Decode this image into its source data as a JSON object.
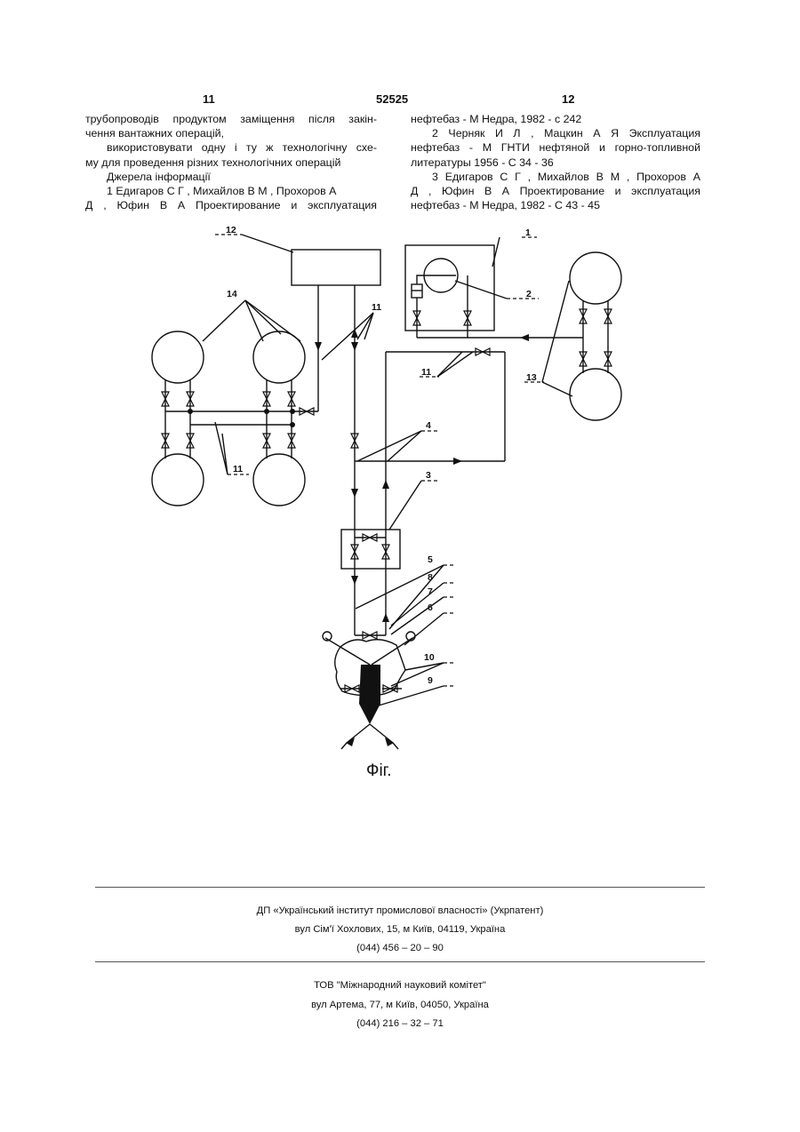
{
  "header": {
    "left_page": "11",
    "patent_number": "52525",
    "right_page": "12"
  },
  "left_column": {
    "line1": "трубопроводів продуктом заміщення після закін-",
    "line2": "чення вантажних операцій,",
    "line3": "використовувати одну і ту ж технологічну схе-",
    "line4": "му для проведення різних технологічних операцій",
    "line5": "Джерела інформації",
    "line6": "1 Едигаров С Г , Михайлов В М , Прохоров А",
    "line7": "Д , Юфин В А Проектирование и эксплуатация"
  },
  "right_column": {
    "line1": "нефтебаз - М Недра, 1982 - с 242",
    "line2": "2 Черняк И Л , Мацкин А Я Эксплуатация",
    "line3": "нефтебаз - М ГНТИ нефтяной и горно-топливной",
    "line4": "литературы 1956 - С 34 - 36",
    "line5": "3 Едигаров С Г , Михайлов В М , Прохоров А",
    "line6": "Д , Юфин В А Проектирование и эксплуатация",
    "line7": "нефтебаз - М Недра, 1982 - С 43 - 45"
  },
  "figure": {
    "labels": {
      "l1": "1",
      "l2": "2",
      "l3": "3",
      "l4": "4",
      "l5": "5",
      "l6": "6",
      "l7": "7",
      "l8": "8",
      "l9": "9",
      "l10": "10",
      "l11a": "11",
      "l11b": "11",
      "l11c": "11",
      "l12": "12",
      "l13": "13",
      "l14": "14"
    },
    "caption": "Фіг."
  },
  "footer": {
    "org1_name": "ДП «Український інститут промислової власності» (Укрпатент)",
    "org1_address": "вул Сім'ї Хохлових, 15, м Київ, 04119, Україна",
    "org1_phone": "(044) 456 – 20 – 90",
    "org2_name": "ТОВ \"Міжнародний науковий комітет\"",
    "org2_address": "вул Артема, 77, м Київ, 04050, Україна",
    "org2_phone": "(044) 216 – 32 – 71"
  }
}
